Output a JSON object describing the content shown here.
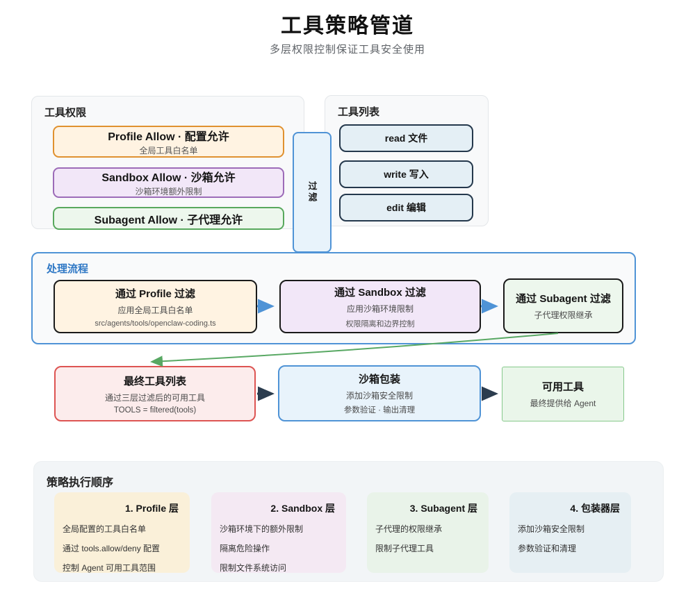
{
  "header": {
    "title": "工具策略管道",
    "subtitle": "多层权限控制保证工具安全使用"
  },
  "colors": {
    "accent_blue": "#4f93d6",
    "accent_orange": "#e0912f",
    "accent_purple": "#9c6bb8",
    "accent_green": "#58a85d",
    "accent_red": "#dd5452",
    "accent_navy": "#24384c"
  },
  "tool_permissions": {
    "label": "工具权限",
    "items": [
      {
        "title": "Profile Allow · 配置允许",
        "subtitle": "全局工具白名单",
        "color": "orange"
      },
      {
        "title": "Sandbox Allow · 沙箱允许",
        "subtitle": "沙箱环境额外限制",
        "color": "purple"
      },
      {
        "title": "Subagent Allow · 子代理允许",
        "subtitle": "",
        "color": "green"
      }
    ]
  },
  "filter": {
    "label": "过滤"
  },
  "tool_list": {
    "label": "工具列表",
    "items": [
      "read 文件",
      "write 写入",
      "edit 编辑"
    ]
  },
  "process_flow": {
    "label": "处理流程",
    "steps": [
      {
        "title": "通过 Profile 过滤",
        "line1": "应用全局工具白名单",
        "line2": "src/agents/tools/openclaw-coding.ts",
        "color": "orange"
      },
      {
        "title": "通过 Sandbox 过滤",
        "line1": "应用沙箱环境限制",
        "line2": "权限隔离和边界控制",
        "color": "purple"
      },
      {
        "title": "通过 Subagent 过滤",
        "line1": "子代理权限继承",
        "line2": "",
        "color": "green"
      }
    ]
  },
  "output_row": [
    {
      "title": "最终工具列表",
      "line1": "通过三层过滤后的可用工具",
      "line2": "TOOLS = filtered(tools)",
      "color": "red"
    },
    {
      "title": "沙箱包装",
      "line1": "添加沙箱安全限制",
      "line2": "参数验证 · 输出清理",
      "color": "blue"
    },
    {
      "title": "可用工具",
      "line1": "最终提供给 Agent",
      "line2": "",
      "color": "green"
    }
  ],
  "policy_order": {
    "label": "策略执行顺序",
    "cards": [
      {
        "title": "1. Profile 层",
        "lines": [
          "全局配置的工具白名单",
          "通过 tools.allow/deny 配置",
          "控制 Agent 可用工具范围"
        ]
      },
      {
        "title": "2. Sandbox 层",
        "lines": [
          "沙箱环境下的额外限制",
          "隔离危险操作",
          "限制文件系统访问"
        ]
      },
      {
        "title": "3. Subagent 层",
        "lines": [
          "子代理的权限继承",
          "限制子代理工具"
        ]
      },
      {
        "title": "4. 包装器层",
        "lines": [
          "添加沙箱安全限制",
          "参数验证和清理"
        ]
      }
    ]
  }
}
